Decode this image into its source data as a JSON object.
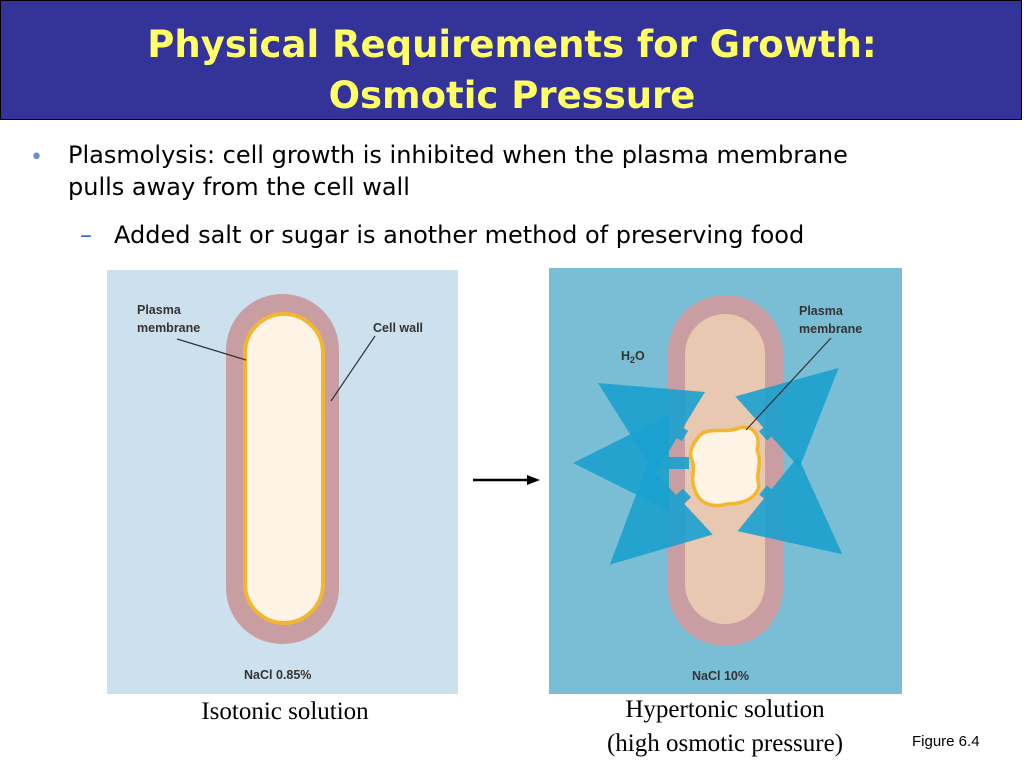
{
  "title": {
    "line1": "Physical Requirements for Growth:",
    "line2": "Osmotic Pressure"
  },
  "bullets": [
    {
      "line1": "Plasmolysis: cell growth is inhibited when the plasma membrane",
      "line2": "pulls away from the cell wall",
      "sub": "Added salt or sugar is another method of preserving food"
    }
  ],
  "figure": {
    "left_panel": {
      "plasma_label_1": "Plasma",
      "plasma_label_2": "membrane",
      "cell_wall_label": "Cell wall",
      "nacl_label": "NaCl 0.85%",
      "caption": "Isotonic solution"
    },
    "right_panel": {
      "plasma_label_1": "Plasma",
      "plasma_label_2": "membrane",
      "water_label": "H",
      "water_sub": "2",
      "water_o": "O",
      "nacl_label": "NaCl 10%",
      "caption_line1": "Hypertonic solution",
      "caption_line2": "(high osmotic pressure)"
    },
    "reference": "Figure 6.4"
  },
  "colors": {
    "title_bg": "#333399",
    "title_text": "#ffff66",
    "isotonic_bg": "#cce1ed",
    "hypertonic_bg": "#7abed6",
    "cell_wall": "#c99ea3",
    "cytoplasm": "#fdf4e6",
    "membrane": "#f2b731",
    "shrunken_interior": "#e9c8b1",
    "water_arrow": "#1ba1cf"
  }
}
